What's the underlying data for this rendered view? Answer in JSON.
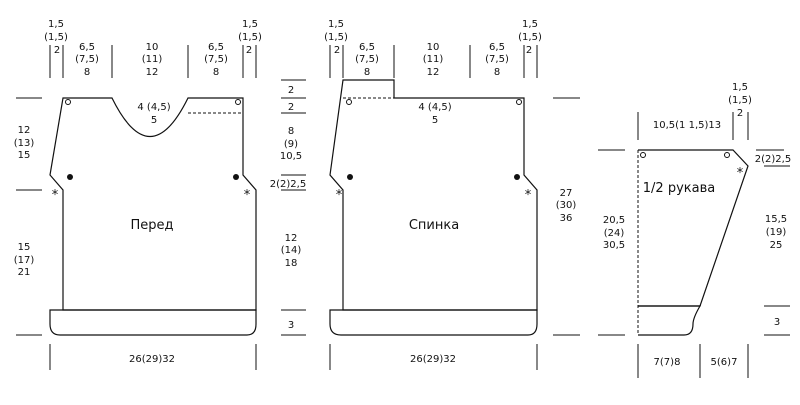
{
  "front": {
    "label": "Перед",
    "top_dims": [
      [
        "1,5",
        "(1,5)",
        "2"
      ],
      [
        "6,5",
        "(7,5)",
        "8"
      ],
      [
        "10",
        "(11)",
        "12"
      ],
      [
        "6,5",
        "(7,5)",
        "8"
      ],
      [
        "1,5",
        "(1,5)",
        "2"
      ]
    ],
    "neck_depth": [
      "4 (4,5)",
      "5"
    ],
    "left_dims": [
      [
        "12",
        "(13)",
        "15"
      ],
      [
        "15",
        "(17)",
        "21"
      ]
    ],
    "width": "26(29)32"
  },
  "back": {
    "label": "Спинка",
    "top_dims": [
      [
        "1,5",
        "(1,5)",
        "2"
      ],
      [
        "6,5",
        "(7,5)",
        "8"
      ],
      [
        "10",
        "(11)",
        "12"
      ],
      [
        "6,5",
        "(7,5)",
        "8"
      ],
      [
        "1,5",
        "(1,5)",
        "2"
      ]
    ],
    "neck_depth": [
      "4 (4,5)",
      "5"
    ],
    "right_total": [
      "27",
      "(30)",
      "36"
    ],
    "width": "26(29)32"
  },
  "middle_dims": {
    "top1": "2",
    "top2": "2",
    "armhole": [
      "8",
      "(9)",
      "10,5"
    ],
    "armhole_shaping": "2(2)2,5",
    "body": [
      "12",
      "(14)",
      "18"
    ],
    "rib": "3"
  },
  "sleeve": {
    "label": "1/2 рукава",
    "top_small": [
      "1,5",
      "(1,5)",
      "2"
    ],
    "top_width": "10,5(1 1,5)13",
    "top_shaping": "2(2)2,5",
    "left_height": [
      "20,5",
      "(24)",
      "30,5"
    ],
    "right_height": [
      "15,5",
      "(19)",
      "25"
    ],
    "rib": "3",
    "bottom_left": "7(7)8",
    "bottom_right": "5(6)7"
  },
  "markers": {
    "star": "*",
    "dot": "●"
  }
}
